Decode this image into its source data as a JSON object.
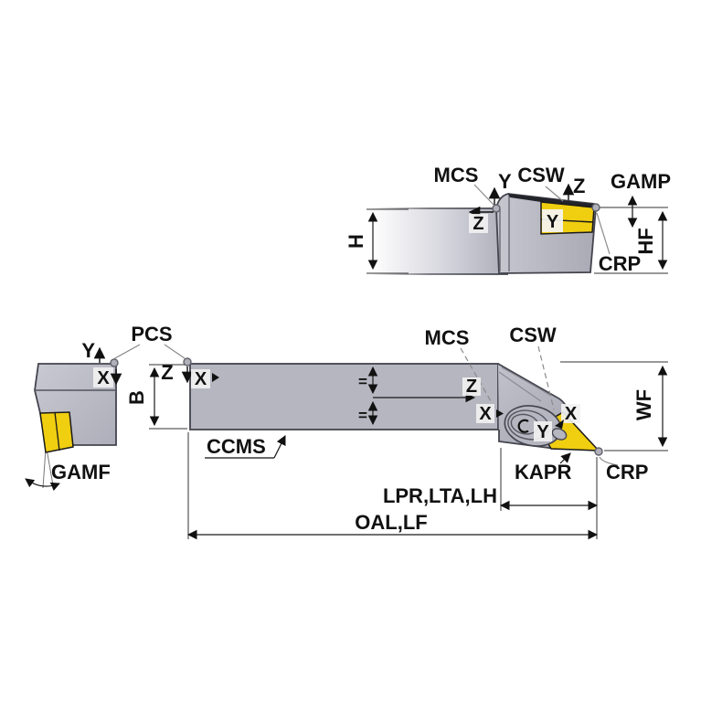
{
  "title": "tool-holder-dimension-diagram",
  "colors": {
    "metal_gray": "#b6b6c1",
    "insert_yellow": "#f0ce10",
    "outline": "#44444e",
    "dimension_line": "#1a1a1a",
    "leader_gray": "#8a8a8a"
  },
  "side_view": {
    "mcs": "MCS",
    "y_axis": "Y",
    "csw": "CSW",
    "z_axis": "Z",
    "gamp": "GAMP",
    "z_box": "Z",
    "y_box": "Y",
    "crp": "CRP",
    "h": "H",
    "hf": "HF"
  },
  "front_view": {
    "pcs": "PCS",
    "y_axis": "Y",
    "x_box_end": "X",
    "gamf": "GAMF",
    "b": "B",
    "z_axis": "Z",
    "x_box_shank": "X",
    "eq_top": "=",
    "eq_bottom": "=",
    "ccms": "CCMS",
    "mcs": "MCS",
    "csw": "CSW",
    "z_box": "Z",
    "x_box_mid": "X",
    "y_box": "Y",
    "x_box_insert": "X",
    "wf": "WF",
    "kapr": "KAPR",
    "crp": "CRP",
    "lpr_lta_lh": "LPR,LTA,LH",
    "oal_lf": "OAL,LF"
  }
}
